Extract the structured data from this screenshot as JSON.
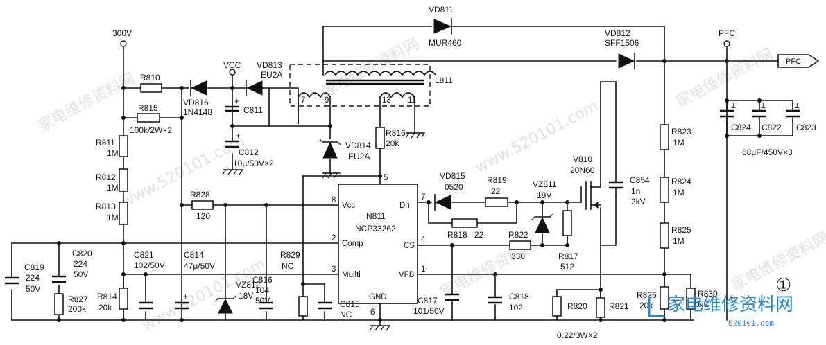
{
  "watermark": {
    "text_cn": "家电维修资料网",
    "text_url": "www.520101.com",
    "logo_cn": "家电维修资料网",
    "logo_url": "520101.com",
    "circled_mark": "①"
  },
  "nodes": {
    "v300": "300V",
    "vcc": "VCC",
    "pfc_top": "PFC",
    "pfc_out": "PFC"
  },
  "ic": {
    "ref": "N811",
    "part": "NCP33262",
    "pins": {
      "vcc": "Vcc",
      "vcc_num": "8",
      "comp": "Comp",
      "comp_num": "2",
      "mult": "Muilti",
      "mult_num": "3",
      "gnd": "GND",
      "gnd_num": "6",
      "dri": "Dri",
      "dri_num": "7",
      "cs": "CS",
      "cs_num": "4",
      "vfb": "VFB",
      "vfb_num": "1",
      "zcd_num": "5"
    }
  },
  "transformer": {
    "ref": "L811",
    "pins": [
      "7",
      "9",
      "13",
      "11"
    ]
  },
  "components": {
    "vd811": {
      "ref": "VD811",
      "part": "MUR460"
    },
    "vd812": {
      "ref": "VD812",
      "part": "SFF1506"
    },
    "vd813": {
      "ref": "VD813",
      "part": "EU2A"
    },
    "vd814": {
      "ref": "VD814",
      "part": "EU2A"
    },
    "vd815": {
      "ref": "VD815",
      "part": "0520"
    },
    "vd816": {
      "ref": "VD816",
      "part": "1N4148"
    },
    "vz811": {
      "ref": "VZ811",
      "value": "18V"
    },
    "vz812": {
      "ref": "VZ812",
      "value": "18V"
    },
    "v810": {
      "ref": "V810",
      "part": "20N60"
    },
    "r810": {
      "ref": "R810"
    },
    "r815": {
      "ref": "R815",
      "value": "100k/2W×2"
    },
    "r811": {
      "ref": "R811",
      "value": "1M"
    },
    "r812": {
      "ref": "R812",
      "value": "1M"
    },
    "r813": {
      "ref": "R813",
      "value": "1M"
    },
    "r814": {
      "ref": "R814",
      "value": "20k"
    },
    "r816": {
      "ref": "R816",
      "value": "20k"
    },
    "r817": {
      "ref": "R817",
      "value": "512"
    },
    "r818": {
      "ref": "R818",
      "value": "22"
    },
    "r819": {
      "ref": "R819",
      "value": "22"
    },
    "r820": {
      "ref": "R820"
    },
    "r821": {
      "ref": "R821"
    },
    "r820_821_value": "0.22/3W×2",
    "r822": {
      "ref": "R822",
      "value": "330"
    },
    "r823": {
      "ref": "R823",
      "value": "1M"
    },
    "r824": {
      "ref": "R824",
      "value": "1M"
    },
    "r825": {
      "ref": "R825",
      "value": "1M"
    },
    "r826": {
      "ref": "R826",
      "value": "20k"
    },
    "r827": {
      "ref": "R827",
      "value": "200k"
    },
    "r828": {
      "ref": "R828",
      "value": "120"
    },
    "r829": {
      "ref": "R829",
      "value": "NC"
    },
    "r830": {
      "ref": "R830",
      "value": "NC"
    },
    "c811": {
      "ref": "C811"
    },
    "c812": {
      "ref": "C812",
      "value": "10μ/50V×2"
    },
    "c814": {
      "ref": "C814",
      "value": "47μ/50V"
    },
    "c815": {
      "ref": "C815",
      "value": "NC"
    },
    "c816": {
      "ref": "C816",
      "value": "104",
      "value2": "50V"
    },
    "c817": {
      "ref": "C817",
      "value": "101/50V"
    },
    "c818": {
      "ref": "C818",
      "value": "102"
    },
    "c819": {
      "ref": "C819",
      "value": "224",
      "value2": "50V"
    },
    "c820": {
      "ref": "C820",
      "value": "224",
      "value2": "50V"
    },
    "c821": {
      "ref": "C821",
      "value": "102/50V"
    },
    "c822": {
      "ref": "C822"
    },
    "c823": {
      "ref": "C823"
    },
    "c824": {
      "ref": "C824"
    },
    "c822_824_value": "68μF/450V×3",
    "c854": {
      "ref": "C854",
      "value": "1n",
      "value2": "2kV"
    }
  }
}
